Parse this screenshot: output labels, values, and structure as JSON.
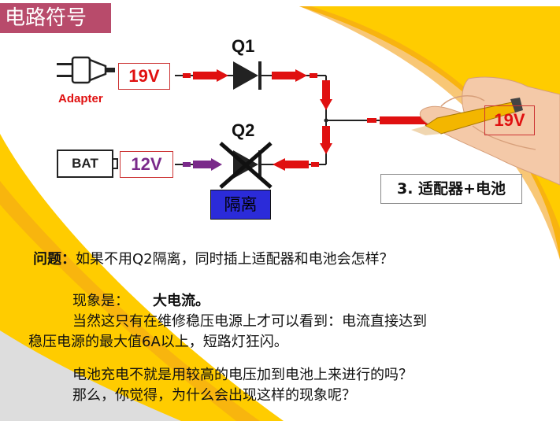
{
  "title": "电路符号",
  "diagram": {
    "q1_label": "Q1",
    "q2_label": "Q2",
    "adapter_label": "Adapter",
    "adapter_voltage": "19V",
    "bat_label": "BAT",
    "bat_voltage": "12V",
    "output_voltage": "19V",
    "isolation_label": "隔离",
    "caption": "3. 适配器+电池"
  },
  "text": {
    "question_label": "问题：",
    "question": "如果不用Q2隔离，同时插上适配器和电池会怎样？",
    "phenomenon_label": "现象是：",
    "phenomenon_value": "大电流。",
    "line3": "当然这只有在维修稳压电源上才可以看到：电流直接达到",
    "line4": "稳压电源的最大值6A以上，短路灯狂闪。",
    "line5": "电池充电不就是用较高的电压加到电池上来进行的吗？",
    "line6": "那么，你觉得，为什么会出现这样的现象呢？"
  },
  "colors": {
    "title_bg": "#b84b6b",
    "arrow_red": "#e01010",
    "arrow_purple": "#7a2a8a",
    "isolation_bg": "#2b2bd9",
    "yellow": "#ffcc00"
  }
}
